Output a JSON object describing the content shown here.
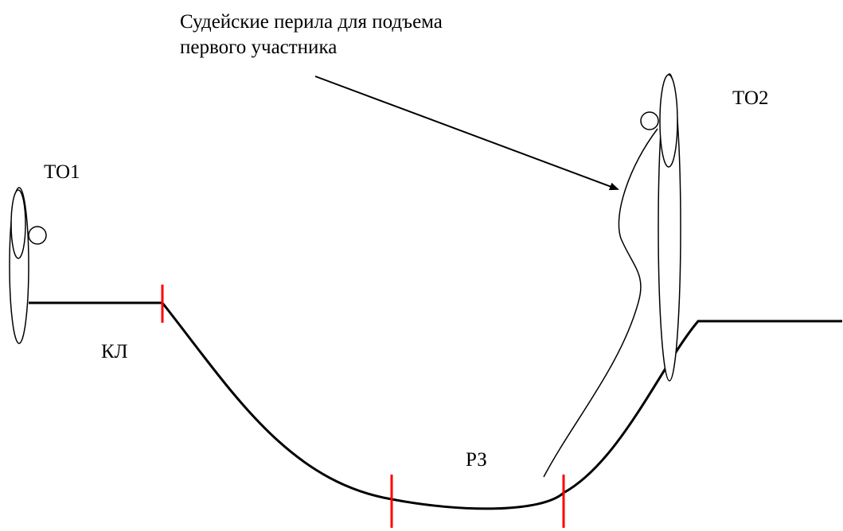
{
  "annotation": {
    "line1": "Судейские перила для подъема",
    "line2": "первого участника"
  },
  "labels": {
    "to1": "ТО1",
    "to2": "ТО2",
    "kl": "КЛ",
    "rz": "РЗ"
  },
  "colors": {
    "line": "#000000",
    "marker": "#ff0000"
  }
}
